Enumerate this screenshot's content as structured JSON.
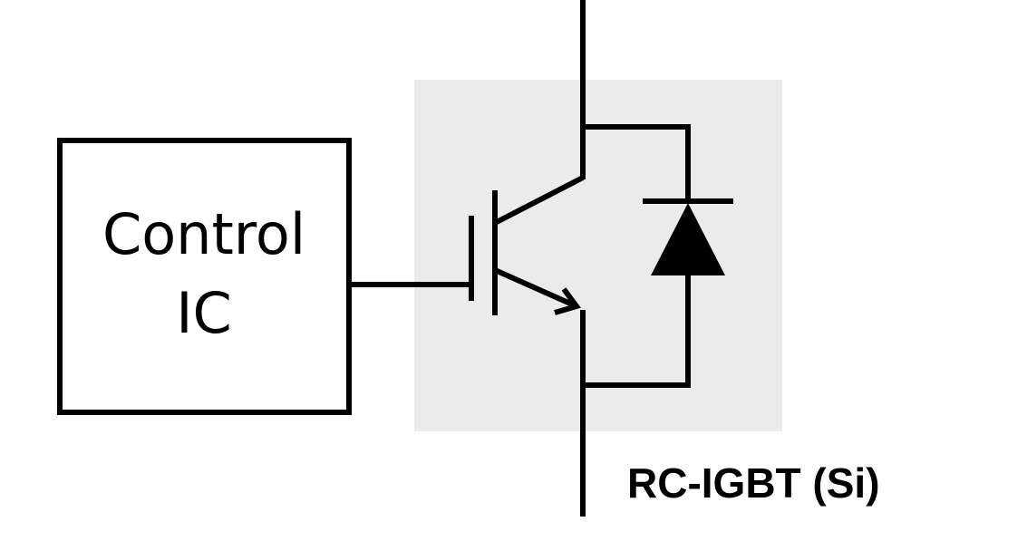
{
  "control_ic": {
    "line1": "Control",
    "line2": "IC"
  },
  "device": {
    "label": "RC-IGBT (Si)"
  },
  "colors": {
    "line": "#000000",
    "package_fill": "#ebebeb",
    "background": "#ffffff"
  }
}
